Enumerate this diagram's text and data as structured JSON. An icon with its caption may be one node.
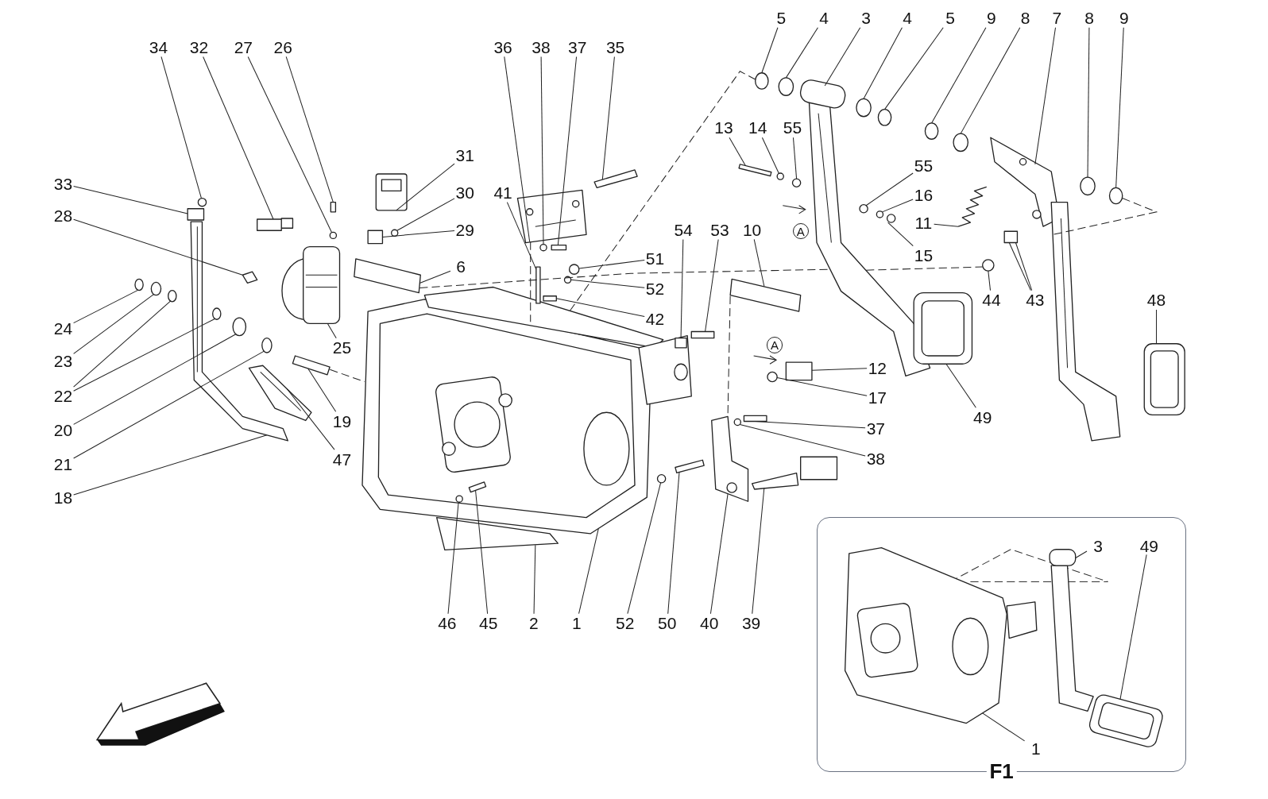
{
  "diagram": {
    "nodes": [
      {
        "text": [
          "34"
        ]
      },
      {
        "text": [
          "32"
        ]
      },
      {
        "text": [
          "27"
        ]
      },
      {
        "text": [
          "26"
        ]
      },
      {
        "text": [
          "36"
        ]
      },
      {
        "text": [
          "38"
        ]
      },
      {
        "text": [
          "37"
        ]
      },
      {
        "text": [
          "35"
        ]
      },
      {
        "text": [
          "5"
        ]
      },
      {
        "text": [
          "4"
        ]
      },
      {
        "text": [
          "3"
        ]
      },
      {
        "text": [
          "4"
        ]
      },
      {
        "text": [
          "5"
        ]
      },
      {
        "text": [
          "9"
        ]
      },
      {
        "text": [
          "8"
        ]
      },
      {
        "text": [
          "7"
        ]
      },
      {
        "text": [
          "8"
        ]
      },
      {
        "text": [
          "9"
        ]
      },
      {
        "text": [
          "13"
        ]
      },
      {
        "text": [
          "14"
        ]
      },
      {
        "text": [
          "55"
        ]
      },
      {
        "text": [
          "31"
        ]
      },
      {
        "text": [
          "55"
        ]
      },
      {
        "text": [
          "33"
        ]
      },
      {
        "text": [
          "30"
        ]
      },
      {
        "text": [
          "41"
        ]
      },
      {
        "text": [
          "16"
        ]
      },
      {
        "text": [
          "28"
        ]
      },
      {
        "text": [
          "11"
        ]
      },
      {
        "text": [
          "29"
        ]
      },
      {
        "text": [
          "54"
        ]
      },
      {
        "text": [
          "53"
        ]
      },
      {
        "text": [
          "10"
        ]
      },
      {
        "text": [
          "A"
        ]
      },
      {
        "text": [
          "15"
        ]
      },
      {
        "text": [
          "51"
        ]
      },
      {
        "text": [
          "6"
        ]
      },
      {
        "text": [
          "52"
        ]
      },
      {
        "text": [
          "44"
        ]
      },
      {
        "text": [
          "43"
        ]
      },
      {
        "text": [
          "48"
        ]
      },
      {
        "text": [
          "42"
        ]
      },
      {
        "text": [
          "24"
        ]
      },
      {
        "text": [
          "A"
        ]
      },
      {
        "text": [
          "25"
        ]
      },
      {
        "text": [
          "23"
        ]
      },
      {
        "text": [
          "12"
        ]
      },
      {
        "text": [
          "22"
        ]
      },
      {
        "text": [
          "17"
        ]
      },
      {
        "text": [
          "49"
        ]
      },
      {
        "text": [
          "19"
        ]
      },
      {
        "text": [
          "37"
        ]
      },
      {
        "text": [
          "20"
        ]
      },
      {
        "text": [
          "38"
        ]
      },
      {
        "text": [
          "47"
        ]
      },
      {
        "text": [
          "21"
        ]
      },
      {
        "text": [
          "18"
        ]
      },
      {
        "text": [
          "F1"
        ]
      },
      {
        "text": [
          "3"
        ],
        "in": 57
      },
      {
        "text": [
          "49"
        ],
        "in": 57
      },
      {
        "text": [
          "46"
        ]
      },
      {
        "text": [
          "45"
        ]
      },
      {
        "text": [
          "2"
        ]
      },
      {
        "text": [
          "1"
        ]
      },
      {
        "text": [
          "52"
        ]
      },
      {
        "text": [
          "50"
        ]
      },
      {
        "text": [
          "40"
        ]
      },
      {
        "text": [
          "39"
        ]
      },
      {
        "text": [
          "1"
        ],
        "in": 57
      },
      {
        "text": [],
        "shape": "circle"
      },
      {
        "text": [],
        "shape": "box"
      },
      {
        "text": [],
        "shape": "circle"
      },
      {
        "text": [],
        "shape": "bar"
      },
      {
        "text": [],
        "shape": "picture"
      },
      {
        "text": [],
        "shape": "circle"
      },
      {
        "text": [],
        "shape": "bar"
      },
      {
        "text": [],
        "shape": "bar"
      },
      {
        "text": [],
        "shape": "circle"
      },
      {
        "text": [],
        "shape": "circle"
      },
      {
        "text": [],
        "shape": "picture"
      },
      {
        "text": [],
        "shape": "circle"
      },
      {
        "text": [],
        "shape": "circle"
      },
      {
        "text": [],
        "shape": "circle"
      },
      {
        "text": [],
        "shape": "circle"
      },
      {
        "text": [],
        "shape": "picture"
      },
      {
        "text": [],
        "shape": "circle"
      },
      {
        "text": [],
        "shape": "circle"
      },
      {
        "text": [],
        "shape": "bar"
      },
      {
        "text": [],
        "shape": "circle"
      },
      {
        "text": [],
        "shape": "circle"
      },
      {
        "text": [],
        "shape": "picture"
      },
      {
        "text": [],
        "shape": "circle"
      },
      {
        "text": [],
        "shape": "box"
      },
      {
        "text": [],
        "shape": "circle"
      },
      {
        "text": [],
        "shape": "bar"
      },
      {
        "text": [],
        "shape": "circle"
      },
      {
        "text": [],
        "shape": "box"
      },
      {
        "text": [],
        "shape": "picture"
      },
      {
        "text": [],
        "shape": "box"
      },
      {
        "text": [],
        "shape": "box"
      },
      {
        "text": [],
        "shape": "bar"
      },
      {
        "text": [],
        "shape": "bar"
      },
      {
        "text": [],
        "shape": "circle"
      },
      {
        "text": [],
        "shape": "circle"
      },
      {
        "text": [],
        "shape": "bar"
      },
      {
        "text": [],
        "shape": "circle"
      },
      {
        "text": [],
        "shape": "circle"
      },
      {
        "text": [],
        "shape": "box"
      },
      {
        "text": [],
        "shape": "picture"
      },
      {
        "text": [],
        "shape": "bar"
      },
      {
        "text": [],
        "shape": "circle"
      },
      {
        "text": [],
        "shape": "circle"
      },
      {
        "text": [],
        "shape": "picture"
      },
      {
        "text": [],
        "shape": "box"
      },
      {
        "text": [],
        "shape": "circle"
      },
      {
        "text": [],
        "shape": "circle"
      },
      {
        "text": [],
        "shape": "circle"
      },
      {
        "text": [],
        "shape": "picture"
      },
      {
        "text": [],
        "shape": "bar"
      },
      {
        "text": [],
        "shape": "bar"
      },
      {
        "text": [],
        "shape": "circle"
      },
      {
        "text": [],
        "shape": "circle"
      },
      {
        "text": [],
        "shape": "picture"
      },
      {
        "text": [],
        "shape": "circle"
      },
      {
        "text": [],
        "shape": "picture"
      },
      {
        "text": [],
        "shape": "picture",
        "in": 57
      },
      {
        "text": [],
        "shape": "picture",
        "in": 57
      },
      {
        "text": [],
        "shape": "circle",
        "in": 130
      },
      {
        "text": [],
        "shape": "bar",
        "in": 130
      },
      {
        "text": [],
        "shape": "bar"
      },
      {
        "text": [],
        "shape": "picture"
      },
      {
        "text": [],
        "shape": "circle"
      },
      {
        "text": [],
        "shape": "bar"
      },
      {
        "text": [],
        "shape": "picture"
      },
      {
        "text": [],
        "shape": "picture"
      },
      {
        "text": [],
        "shape": "picture",
        "in": 57
      },
      {
        "text": [],
        "shape": "picture"
      }
    ],
    "edges": [
      {
        "from": 0,
        "to": 69,
        "arrow": "none"
      },
      {
        "from": 1,
        "to": 70,
        "arrow": "none"
      },
      {
        "from": 2,
        "to": 71,
        "arrow": "none"
      },
      {
        "from": 3,
        "to": 72,
        "arrow": "none"
      },
      {
        "from": 4,
        "to": 73,
        "arrow": "none"
      },
      {
        "from": 5,
        "to": 74,
        "arrow": "none"
      },
      {
        "from": 6,
        "to": 75,
        "arrow": "none"
      },
      {
        "from": 7,
        "to": 76,
        "arrow": "none"
      },
      {
        "from": 8,
        "to": 77,
        "arrow": "none"
      },
      {
        "from": 9,
        "to": 78,
        "arrow": "none"
      },
      {
        "from": 10,
        "to": 79,
        "arrow": "none"
      },
      {
        "from": 11,
        "to": 80,
        "arrow": "none"
      },
      {
        "from": 12,
        "to": 81,
        "arrow": "none"
      },
      {
        "from": 13,
        "to": 82,
        "arrow": "none"
      },
      {
        "from": 14,
        "to": 83,
        "arrow": "none"
      },
      {
        "from": 15,
        "to": 84,
        "arrow": "none"
      },
      {
        "from": 16,
        "to": 85,
        "arrow": "none"
      },
      {
        "from": 17,
        "to": 86,
        "arrow": "none"
      },
      {
        "from": 18,
        "to": 87,
        "arrow": "none"
      },
      {
        "from": 19,
        "to": 88,
        "arrow": "none"
      },
      {
        "from": 20,
        "to": 89,
        "arrow": "none"
      },
      {
        "from": 21,
        "to": 90,
        "arrow": "none"
      },
      {
        "from": 22,
        "to": 91,
        "arrow": "none"
      },
      {
        "from": 23,
        "to": 92,
        "arrow": "none"
      },
      {
        "from": 24,
        "to": 93,
        "arrow": "none"
      },
      {
        "from": 25,
        "to": 94,
        "arrow": "none"
      },
      {
        "from": 26,
        "to": 95,
        "arrow": "none"
      },
      {
        "from": 27,
        "to": 96,
        "arrow": "none"
      },
      {
        "from": 28,
        "to": 97,
        "arrow": "none"
      },
      {
        "from": 29,
        "to": 98,
        "arrow": "none"
      },
      {
        "from": 30,
        "to": 99,
        "arrow": "none"
      },
      {
        "from": 31,
        "to": 100,
        "arrow": "none"
      },
      {
        "from": 32,
        "to": 101,
        "arrow": "none"
      },
      {
        "from": 34,
        "to": 102,
        "arrow": "none"
      },
      {
        "from": 35,
        "to": 103,
        "arrow": "none"
      },
      {
        "from": 36,
        "to": 104,
        "arrow": "none"
      },
      {
        "from": 37,
        "to": 105,
        "arrow": "none"
      },
      {
        "from": 38,
        "to": 106,
        "arrow": "none"
      },
      {
        "from": 39,
        "to": 107,
        "arrow": "none"
      },
      {
        "from": 39,
        "to": 107,
        "arrow": "none"
      },
      {
        "from": 40,
        "to": 108,
        "arrow": "none"
      },
      {
        "from": 41,
        "to": 109,
        "arrow": "none"
      },
      {
        "from": 42,
        "to": 110,
        "arrow": "none"
      },
      {
        "from": 45,
        "to": 111,
        "arrow": "none"
      },
      {
        "from": 44,
        "to": 112,
        "arrow": "none"
      },
      {
        "from": 46,
        "to": 113,
        "arrow": "none"
      },
      {
        "from": 47,
        "to": 114,
        "arrow": "none"
      },
      {
        "from": 47,
        "to": 115,
        "arrow": "none"
      },
      {
        "from": 48,
        "to": 116,
        "arrow": "none"
      },
      {
        "from": 49,
        "to": 117,
        "arrow": "none"
      },
      {
        "from": 50,
        "to": 118,
        "arrow": "none"
      },
      {
        "from": 51,
        "to": 119,
        "arrow": "none"
      },
      {
        "from": 52,
        "to": 120,
        "arrow": "none"
      },
      {
        "from": 53,
        "to": 121,
        "arrow": "none"
      },
      {
        "from": 54,
        "to": 122,
        "arrow": "none"
      },
      {
        "from": 55,
        "to": 123,
        "arrow": "none"
      },
      {
        "from": 56,
        "to": 124,
        "arrow": "none"
      },
      {
        "from": 58,
        "to": 125,
        "arrow": "none"
      },
      {
        "from": 59,
        "to": 126,
        "arrow": "none"
      },
      {
        "from": 60,
        "to": 127,
        "arrow": "none"
      },
      {
        "from": 61,
        "to": 128,
        "arrow": "none"
      },
      {
        "from": 62,
        "to": 129,
        "arrow": "none"
      },
      {
        "from": 63,
        "to": 130,
        "arrow": "none"
      },
      {
        "from": 64,
        "to": 131,
        "arrow": "none"
      },
      {
        "from": 65,
        "to": 132,
        "arrow": "none"
      },
      {
        "from": 66,
        "to": 133,
        "arrow": "none"
      },
      {
        "from": 67,
        "to": 134,
        "arrow": "none"
      },
      {
        "from": 68,
        "to": 135,
        "arrow": "none"
      },
      {
        "from": 130,
        "to": 77,
        "arrow": "none",
        "style": "dashed"
      },
      {
        "from": 86,
        "to": 136,
        "arrow": "none",
        "style": "dashed"
      },
      {
        "from": 104,
        "to": 79,
        "arrow": "none",
        "style": "dashed"
      },
      {
        "from": 79,
        "to": 106,
        "arrow": "none",
        "style": "dashed"
      },
      {
        "from": 118,
        "to": 130,
        "arrow": "none",
        "style": "dashed"
      },
      {
        "from": 101,
        "to": 133,
        "arrow": "none",
        "style": "dashed"
      },
      {
        "from": 73,
        "to": 130,
        "arrow": "none",
        "style": "dashed"
      }
    ]
  }
}
